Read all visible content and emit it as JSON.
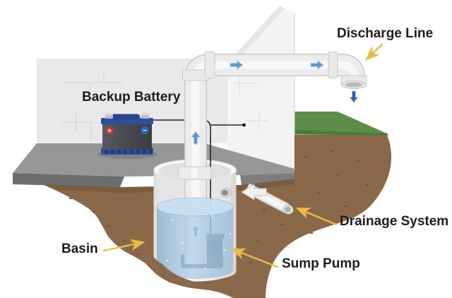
{
  "figure": {
    "type": "cutaway-diagram",
    "subject": "Sump pump system with backup battery, basin, drainage system and discharge line"
  },
  "labels": {
    "discharge_line": "Discharge Line",
    "backup_battery": "Backup Battery",
    "drainage_system": "Drainage System",
    "basin": "Basin",
    "sump_pump": "Sump Pump"
  },
  "battery": {
    "positive_terminal": "+",
    "negative_terminal": "−"
  },
  "icons": {
    "pointer_arrow": "yellow-tapered-arrow",
    "flow_arrow": "blue-flow-arrow",
    "drain_flow_arrow": "white-flow-arrow"
  },
  "colors": {
    "label_text": "#1d1d1d",
    "pointer_arrow": "#e7bd45",
    "flow_arrow_blue": "#5e97cd",
    "flow_arrow_dark_blue": "#2d63a6",
    "water": "#a5c6e0",
    "soil": "#8a684a",
    "grass": "#5c8d49",
    "pipe_white": "#ececec",
    "pump_body": "#31505f",
    "battery_blue": "#2e4f9b",
    "wall_back": "#e9e9e9",
    "wall_foundation": "#f3f3f3",
    "floor_concrete": "#979797"
  }
}
